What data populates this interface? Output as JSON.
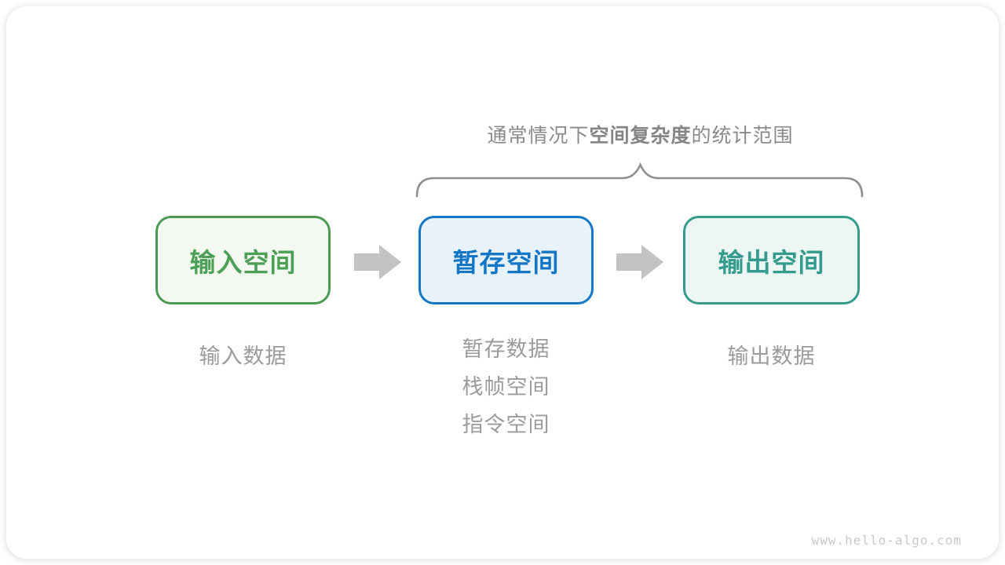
{
  "figure": {
    "title": {
      "prefix": "通常情况下",
      "bold": "空间复杂度",
      "suffix": "的统计范围"
    },
    "boxes": [
      {
        "id": "input-space",
        "label": "输入空间"
      },
      {
        "id": "temp-space",
        "label": "暂存空间"
      },
      {
        "id": "output-space",
        "label": "输出空间"
      }
    ],
    "notes": {
      "input": "输入数据",
      "temp": [
        "暂存数据",
        "栈帧空间",
        "指令空间"
      ],
      "output": "输出数据"
    },
    "watermark": "www.hello-algo.com",
    "icons": [
      {
        "name": "curly-brace-icon",
        "meaning": "scope of space complexity"
      },
      {
        "name": "arrow-right-icon",
        "meaning": "data flow"
      }
    ],
    "colors": {
      "input_border": "#4C9A54",
      "input_text": "#4D9E57",
      "input_fill": "#F3F9F0",
      "temp_border": "#1377C6",
      "temp_text": "#1377C6",
      "temp_fill": "#E8F2FB",
      "output_border": "#359C8D",
      "output_text": "#359C8D",
      "output_fill": "#ECF6F2",
      "arrow_gray": "#C3C3C3",
      "label_gray": "#9B9B9B",
      "title_gray": "#8A8A8A",
      "brace_gray": "#8F8F8F",
      "watermark_gray": "#C9C9C9"
    }
  }
}
